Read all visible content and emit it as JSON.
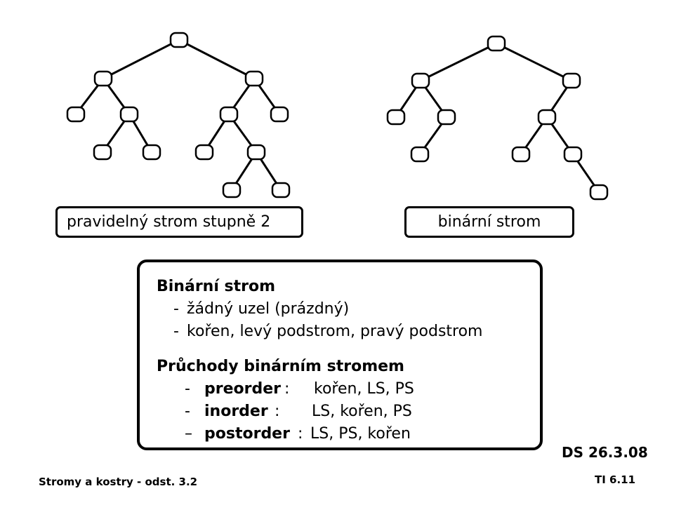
{
  "trees": {
    "left_caption": "pravidelný strom stupně 2",
    "right_caption": "binární strom"
  },
  "info": {
    "heading": "Binární strom",
    "def_dash1": "-",
    "def_line1": "žádný uzel (prázdný)",
    "def_dash2": "-",
    "def_line2": "kořen, levý podstrom, pravý podstrom",
    "traversal_heading": "Průchody binárním stromem",
    "traversals": [
      {
        "dash": "-",
        "name": "preorder",
        "colon": ":",
        "order": "kořen, LS, PS"
      },
      {
        "dash": "-",
        "name": "inorder",
        "colon": ":",
        "order": "LS, kořen, PS"
      },
      {
        "dash": "–",
        "name": "postorder",
        "colon": ":",
        "order": "LS, PS, kořen"
      }
    ]
  },
  "footer": {
    "left": "Stromy a kostry - odst. 3.2",
    "date": "DS 26.3.08",
    "code": "TI 6.11"
  }
}
